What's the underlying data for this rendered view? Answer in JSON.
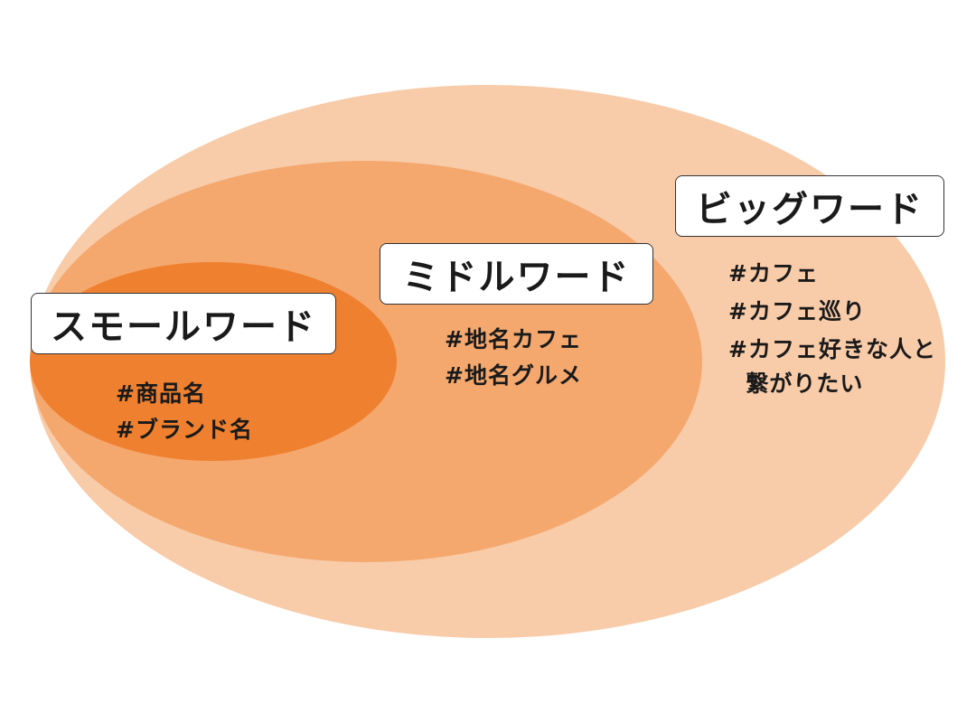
{
  "diagram": {
    "colors": {
      "background": "#ffffff",
      "big_area": "#f8cba9",
      "middle_area": "#f4a86e",
      "small_area": "#ef8030",
      "label_bg": "#ffffff",
      "label_border": "#333333",
      "text": "#1a1a1a"
    },
    "big": {
      "label": "ビッグワード",
      "keywords": [
        "#カフェ",
        "#カフェ巡り",
        "#カフェ好きな人と",
        "  繋がりたい"
      ]
    },
    "middle": {
      "label": "ミドルワード",
      "keywords": [
        "#地名カフェ",
        "#地名グルメ"
      ]
    },
    "small": {
      "label": "スモールワード",
      "keywords": [
        "#商品名",
        "#ブランド名"
      ]
    }
  }
}
